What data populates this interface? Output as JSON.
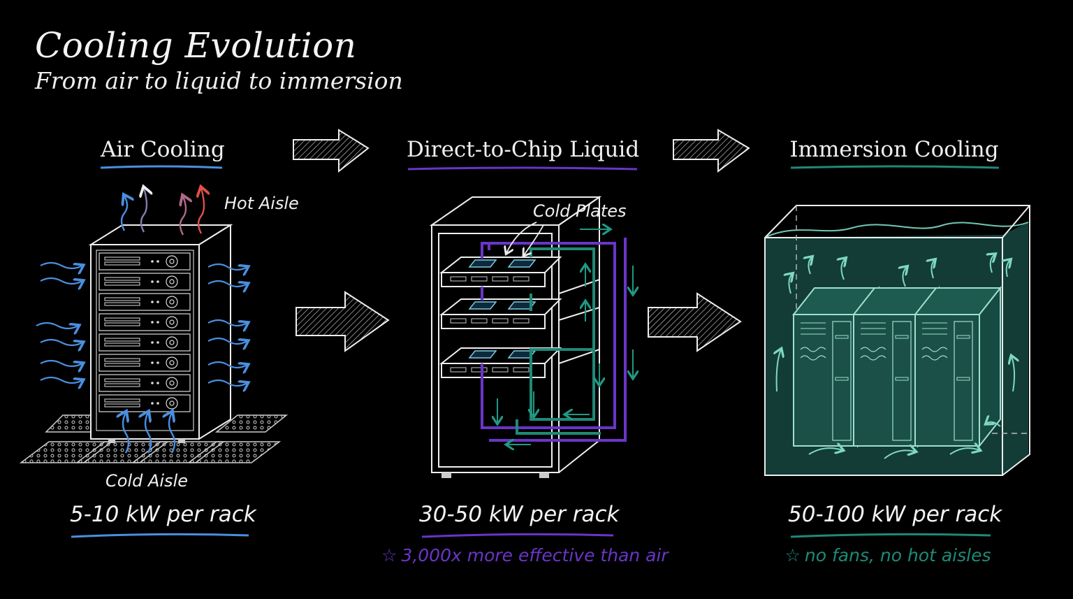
{
  "header": {
    "title": "Cooling Evolution",
    "subtitle": "From air to liquid to immersion"
  },
  "colors": {
    "background": "#000000",
    "air": "#4a8fe0",
    "liquid": "#6a35c8",
    "immersion": "#1f8a78",
    "hot": "#e0504a"
  },
  "stages": [
    {
      "title": "Air Cooling",
      "capacity": "5-10 kW per rack",
      "labels": [
        "Hot Aisle",
        "Cold Aisle"
      ],
      "note": ""
    },
    {
      "title": "Direct-to-Chip Liquid",
      "capacity": "30-50 kW per rack",
      "labels": [
        "Cold Plates"
      ],
      "note": "3,000x more effective than air",
      "note_icon": "star-icon"
    },
    {
      "title": "Immersion Cooling",
      "capacity": "50-100 kW per rack",
      "labels": [],
      "note": "no fans, no hot aisles",
      "note_icon": "star-icon"
    }
  ]
}
